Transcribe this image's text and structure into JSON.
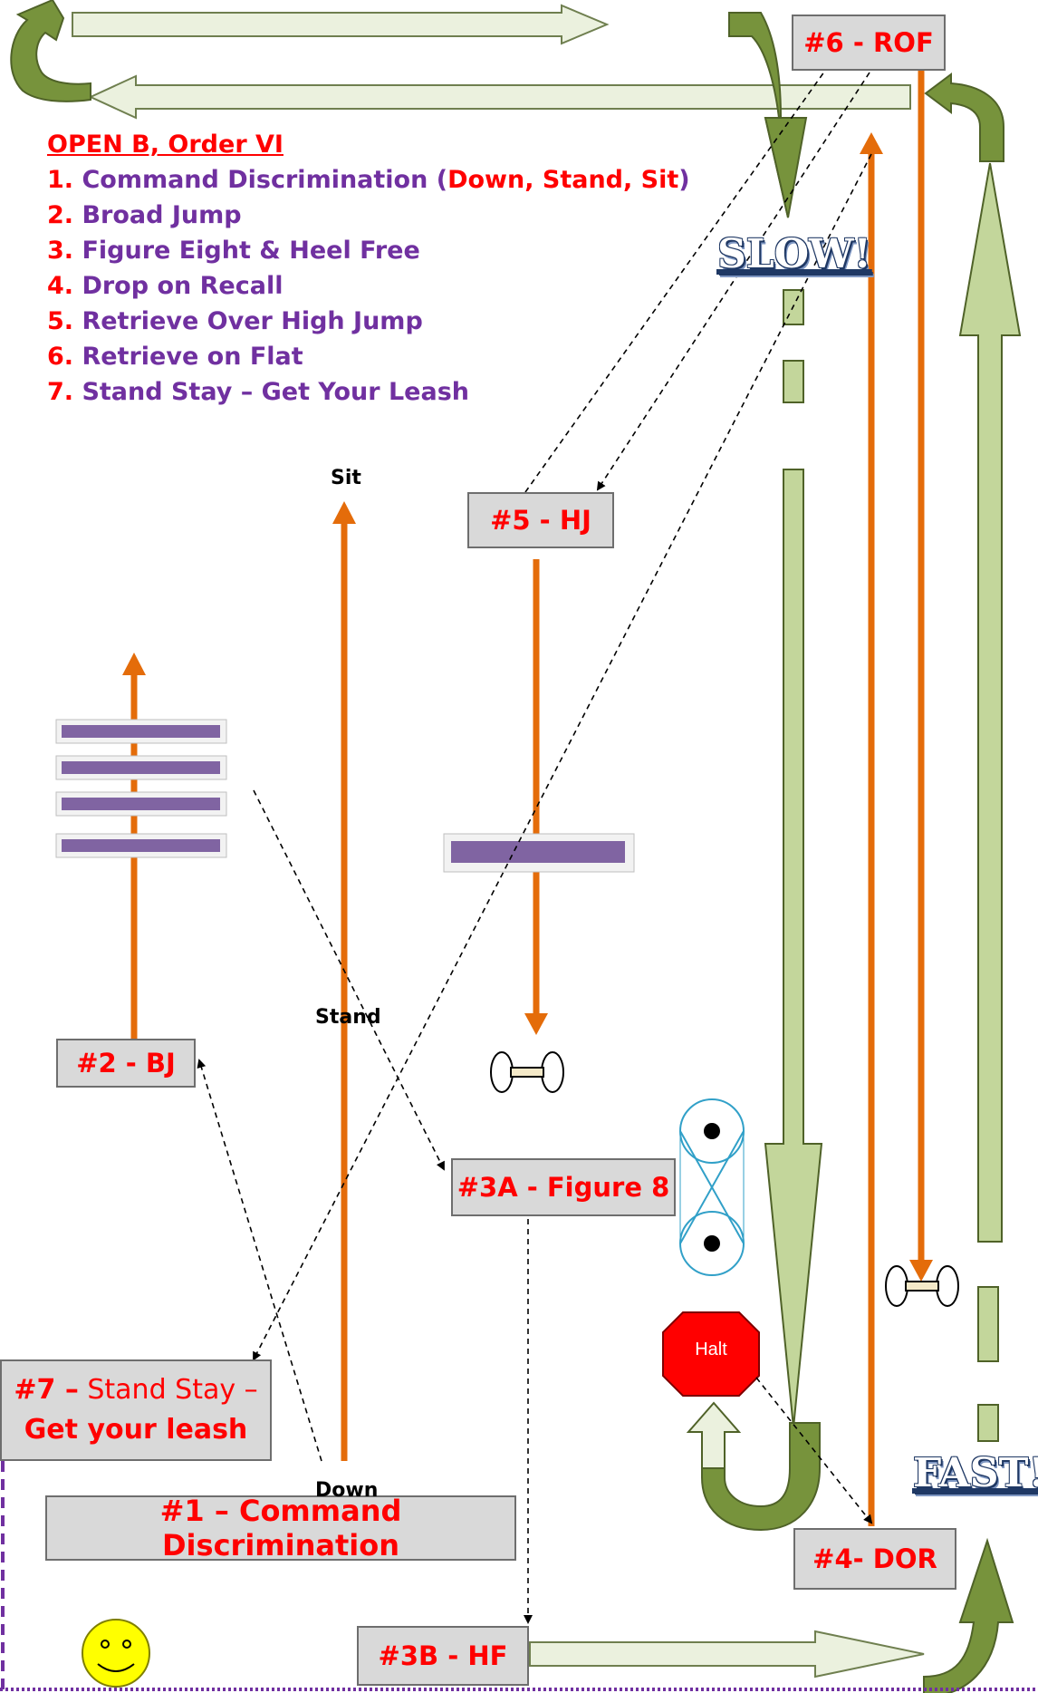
{
  "legend": {
    "title": "OPEN B, Order VI",
    "items": [
      {
        "num": "1.",
        "text": "Command Discrimination",
        "extra_open": " (",
        "extra": "Down, Stand, Sit",
        "extra_close": ")"
      },
      {
        "num": "2.",
        "text": "Broad Jump"
      },
      {
        "num": "3.",
        "text": "Figure Eight & Heel Free"
      },
      {
        "num": "4.",
        "text": "Drop on Recall"
      },
      {
        "num": "5.",
        "text": "Retrieve Over High Jump"
      },
      {
        "num": "6.",
        "text": "Retrieve on Flat"
      },
      {
        "num": "7.",
        "text": "Stand Stay – Get Your Leash"
      }
    ]
  },
  "stations": {
    "s1": "#1 – Command Discrimination",
    "s2": "#2 - BJ",
    "s3a": "#3A - Figure 8",
    "s3b": "#3B - HF",
    "s4": "#4- DOR",
    "s5": "#5 - HJ",
    "s6": "#6 - ROF",
    "s7_num": "#7 –",
    "s7_text": " Stand Stay –",
    "s7_line2": "Get your leash"
  },
  "positions": {
    "sit": "Sit",
    "stand": "Stand",
    "down": "Down"
  },
  "signs": {
    "slow": "SLOW!",
    "fast": "FAST!",
    "halt": "Halt"
  },
  "colors": {
    "orange": "#e46c0a",
    "light_green": "#c3d69b",
    "pale_green": "#ebf1de",
    "dark_green": "#77933c",
    "purple": "#8064a2",
    "red": "#ff0000"
  }
}
